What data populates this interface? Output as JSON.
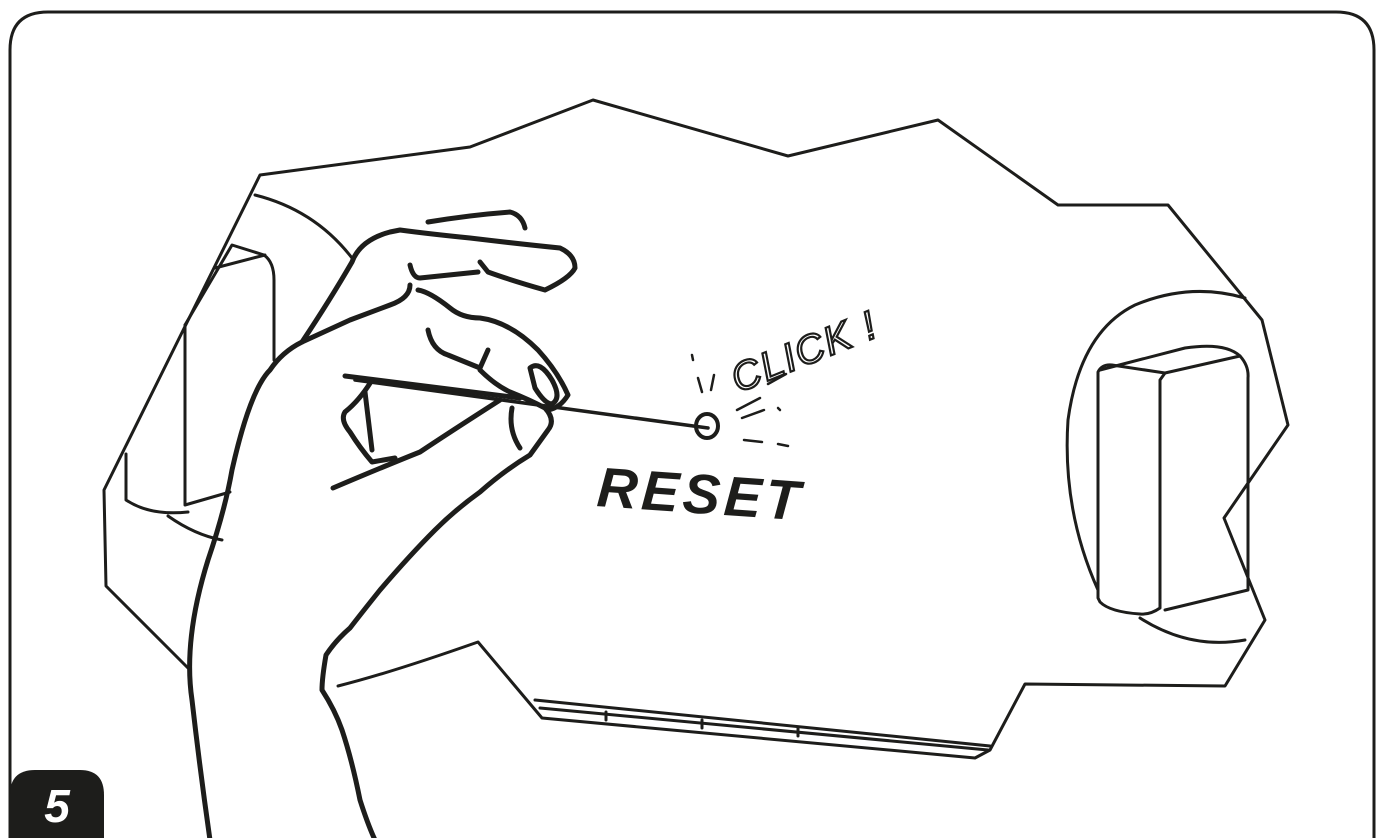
{
  "step": {
    "number": "5"
  },
  "labels": {
    "reset": "RESET",
    "click": "CLICK !"
  },
  "colors": {
    "stroke": "#1d1d1b",
    "background": "#ffffff",
    "badge": "#1d1d1b",
    "badge_text": "#ffffff"
  }
}
